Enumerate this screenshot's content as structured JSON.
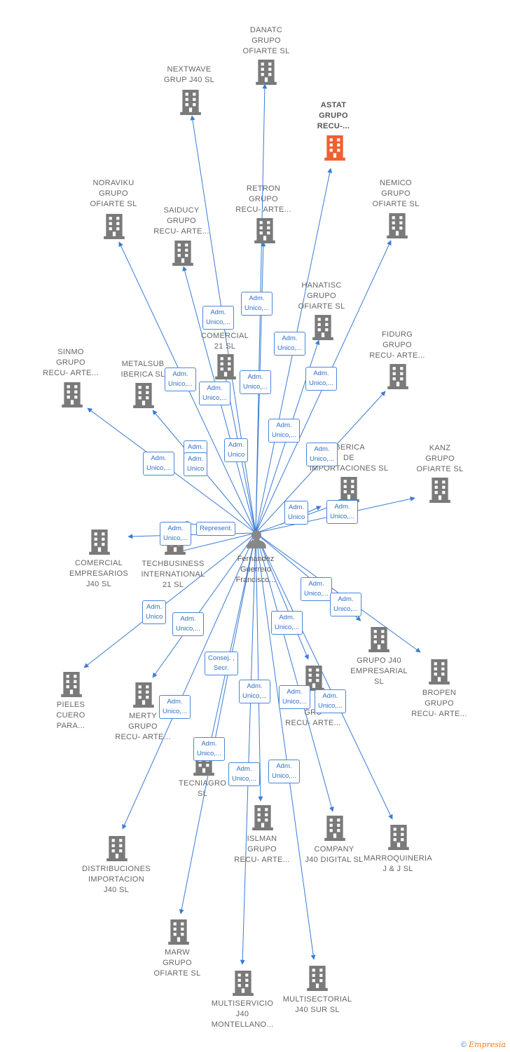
{
  "person": {
    "label": "Fernandez\nGuerrero\nFrancisco..."
  },
  "companies": [
    {
      "id": "danatc",
      "label": "DANATC\nGRUPO\nOFIARTE  SL"
    },
    {
      "id": "nextwave",
      "label": "NEXTWAVE\nGRUP J40  SL"
    },
    {
      "id": "astat",
      "label": "ASTAT\nGRUPO\nRECU-...",
      "highlight": true
    },
    {
      "id": "noraviku",
      "label": "NORAVIKU\nGRUPO\nOFIARTE  SL"
    },
    {
      "id": "retron",
      "label": "RETRON\nGRUPO\nRECU- ARTE..."
    },
    {
      "id": "nemico",
      "label": "NEMICO\nGRUPO\nOFIARTE  SL"
    },
    {
      "id": "saiducy",
      "label": "SAIDUCY\nGRUPO\nRECU- ARTE..."
    },
    {
      "id": "hanatisc",
      "label": "HANATISC\nGRUPO\nOFIARTE  SL"
    },
    {
      "id": "comercial21",
      "label": "COMERCIAL\n21 SL"
    },
    {
      "id": "fidurg",
      "label": "FIDURG\nGRUPO\nRECU- ARTE..."
    },
    {
      "id": "sinmo",
      "label": "SINMO\nGRUPO\nRECU- ARTE..."
    },
    {
      "id": "metalsub",
      "label": "METALSUB\nIBERICA SL"
    },
    {
      "id": "iberica",
      "label": "IBERICA\nDE\nIMPORTACIONES SL"
    },
    {
      "id": "kanz",
      "label": "KANZ\nGRUPO\nOFIARTE  SL"
    },
    {
      "id": "comercialemp",
      "label": "COMERCIAL\nEMPRESARIOS\nJ40  SL"
    },
    {
      "id": "techbusiness",
      "label": "TECHBUSINESS\nINTERNATIONAL\n21 SL"
    },
    {
      "id": "grupoj40",
      "label": "GRUPO J40\nEMPRESARIAL\nSL"
    },
    {
      "id": "bropen",
      "label": "BROPEN\nGRUPO\nRECU- ARTE..."
    },
    {
      "id": "pieles",
      "label": "PIELES\nCUERO\nPARA..."
    },
    {
      "id": "merty",
      "label": "MERTY\nGRUPO\nRECU- ARTE..."
    },
    {
      "id": "grurecu",
      "label": "GRU\nRECU- ARTE..."
    },
    {
      "id": "tecniagro",
      "label": "TECNIAGRO\nSL"
    },
    {
      "id": "islman",
      "label": "ISLMAN\nGRUPO\nRECU- ARTE..."
    },
    {
      "id": "company",
      "label": "COMPANY\nJ40 DIGITAL  SL"
    },
    {
      "id": "marroquineria",
      "label": "MARROQUINERIA\nJ & J  SL"
    },
    {
      "id": "distribuciones",
      "label": "DISTRIBUCIONES\nIMPORTACION\nJ40  SL"
    },
    {
      "id": "marw",
      "label": "MARW\nGRUPO\nOFIARTE  SL"
    },
    {
      "id": "multiservicio",
      "label": "MULTISERVICIO\nJ40\nMONTELLANO..."
    },
    {
      "id": "multisectorial",
      "label": "MULTISECTORIAL\nJ40 SUR  SL"
    }
  ],
  "relations": {
    "adm": "Adm.\nUnico,...",
    "adm_short": "Adm.\nUnico",
    "consej": "Consej. ,\nSecr.",
    "represent": "Represent."
  },
  "footer": {
    "copyright": "©",
    "brand": "Empresia"
  },
  "colors": {
    "edge": "#3a7bd5",
    "building": "#7a7a7a",
    "highlight": "#f06030",
    "person": "#888888"
  }
}
